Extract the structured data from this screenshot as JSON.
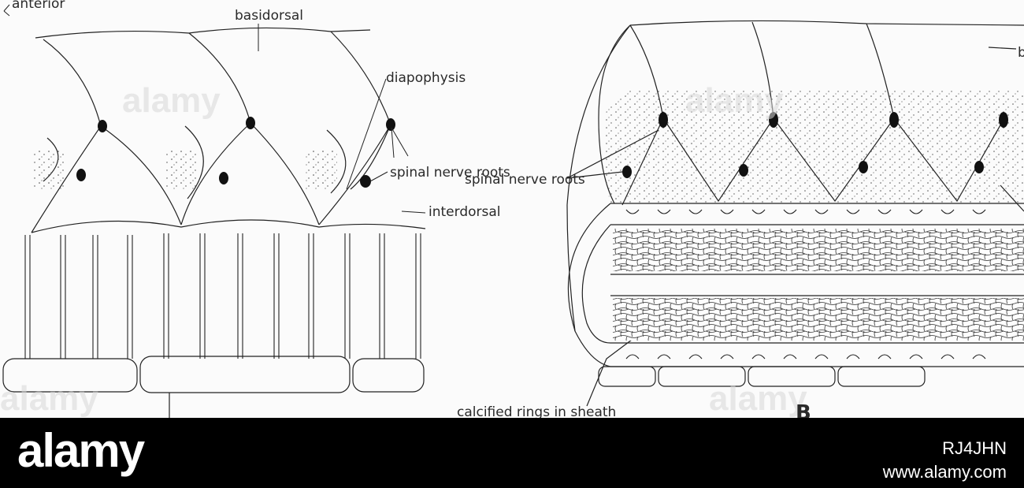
{
  "labels": {
    "anterior": "anterior",
    "basidorsal": "basidorsal",
    "diapophysis": "diapophysis",
    "spinal_nerve_roots_left": "spinal nerve roots",
    "interdorsal": "interdorsal",
    "spinal_nerve_roots_right": "spinal nerve roots",
    "calcified_rings": "calcified rings in sheath",
    "panel_b": "B",
    "cut_right": "b"
  },
  "footer": {
    "logo": "alamy",
    "image_id": "RJ4JHN",
    "url": "www.alamy.com"
  },
  "watermarks": [
    "alamy",
    "alamy",
    "alamy",
    "alamy"
  ]
}
